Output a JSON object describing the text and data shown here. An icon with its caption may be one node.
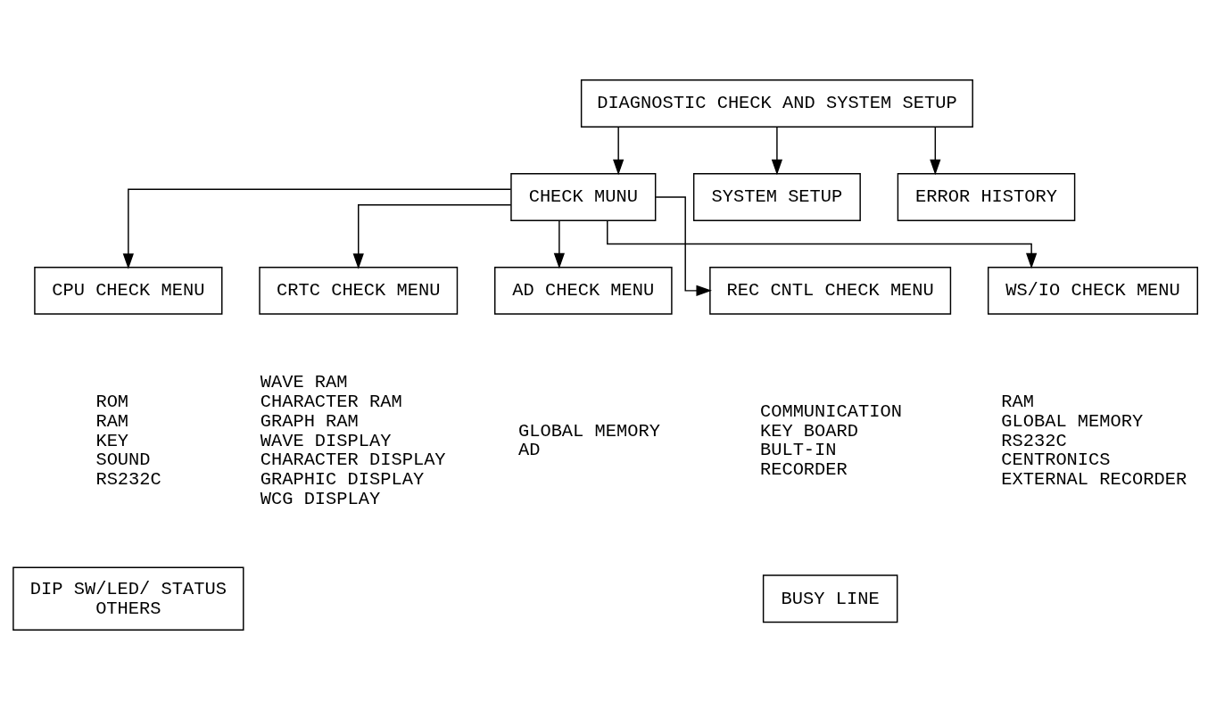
{
  "diagram": {
    "nodes": [
      {
        "text": [
          "DIAGNOSTIC CHECK AND SYSTEM SETUP"
        ]
      },
      {
        "text": [
          "CHECK MUNU"
        ]
      },
      {
        "text": [
          "SYSTEM SETUP"
        ]
      },
      {
        "text": [
          "ERROR HISTORY"
        ]
      },
      {
        "text": [
          "CPU CHECK MENU"
        ],
        "beside": [
          "ROM",
          "RAM",
          "KEY",
          "SOUND",
          "RS232C"
        ]
      },
      {
        "text": [
          "CRTC CHECK MENU"
        ],
        "beside": [
          "WAVE RAM",
          "CHARACTER RAM",
          "GRAPH RAM",
          "WAVE DISPLAY",
          "CHARACTER DISPLAY",
          "GRAPHIC DISPLAY",
          "WCG DISPLAY"
        ]
      },
      {
        "text": [
          "AD CHECK MENU"
        ],
        "beside": [
          "GLOBAL MEMORY",
          "AD"
        ]
      },
      {
        "text": [
          "REC CNTL CHECK MENU"
        ],
        "beside": [
          "COMMUNICATION",
          "KEY BOARD",
          "BULT-IN",
          "RECORDER"
        ]
      },
      {
        "text": [
          "WS/IO CHECK MENU"
        ],
        "beside": [
          "RAM",
          "GLOBAL MEMORY",
          "RS232C",
          "CENTRONICS",
          "EXTERNAL RECORDER"
        ]
      },
      {
        "text": [
          "DIP SW/LED/ STATUS",
          "OTHERS"
        ]
      },
      {
        "text": [
          "BUSY LINE"
        ]
      }
    ],
    "edges": [
      {
        "from": 0,
        "to": 1,
        "arrow": "to"
      },
      {
        "from": 0,
        "to": 2,
        "arrow": "to"
      },
      {
        "from": 0,
        "to": 3,
        "arrow": "to"
      },
      {
        "from": 1,
        "to": 4,
        "arrow": "to"
      },
      {
        "from": 1,
        "to": 5,
        "arrow": "to"
      },
      {
        "from": 1,
        "to": 6,
        "arrow": "to"
      },
      {
        "from": 1,
        "to": 7,
        "arrow": "to"
      },
      {
        "from": 1,
        "to": 8,
        "arrow": "to"
      }
    ]
  }
}
